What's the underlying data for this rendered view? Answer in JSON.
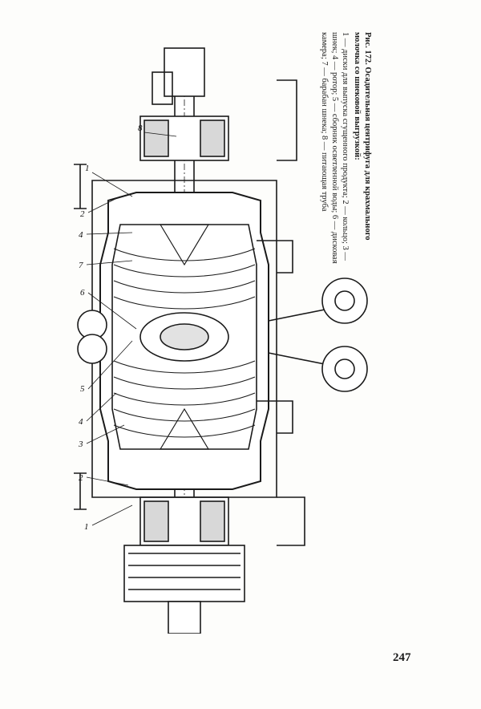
{
  "caption": {
    "title": "Рис. 172. Осадительная центрифуга для крахмального молочка со шнековой выгрузкой:",
    "legend": "1 — диски для выпуска сгущенного продукта; 2 — кольцо; 3 — шнек; 4 — ротор; 5 — сборник осветленной воды; 6 — дисковая камера; 7 — барабан шнека; 8 — питающая труба"
  },
  "labels": {
    "n1": "1",
    "n2": "2",
    "n3": "3",
    "n4": "4",
    "n5": "5",
    "n6": "6",
    "n7": "7",
    "n8": "8"
  },
  "page_number": "247"
}
